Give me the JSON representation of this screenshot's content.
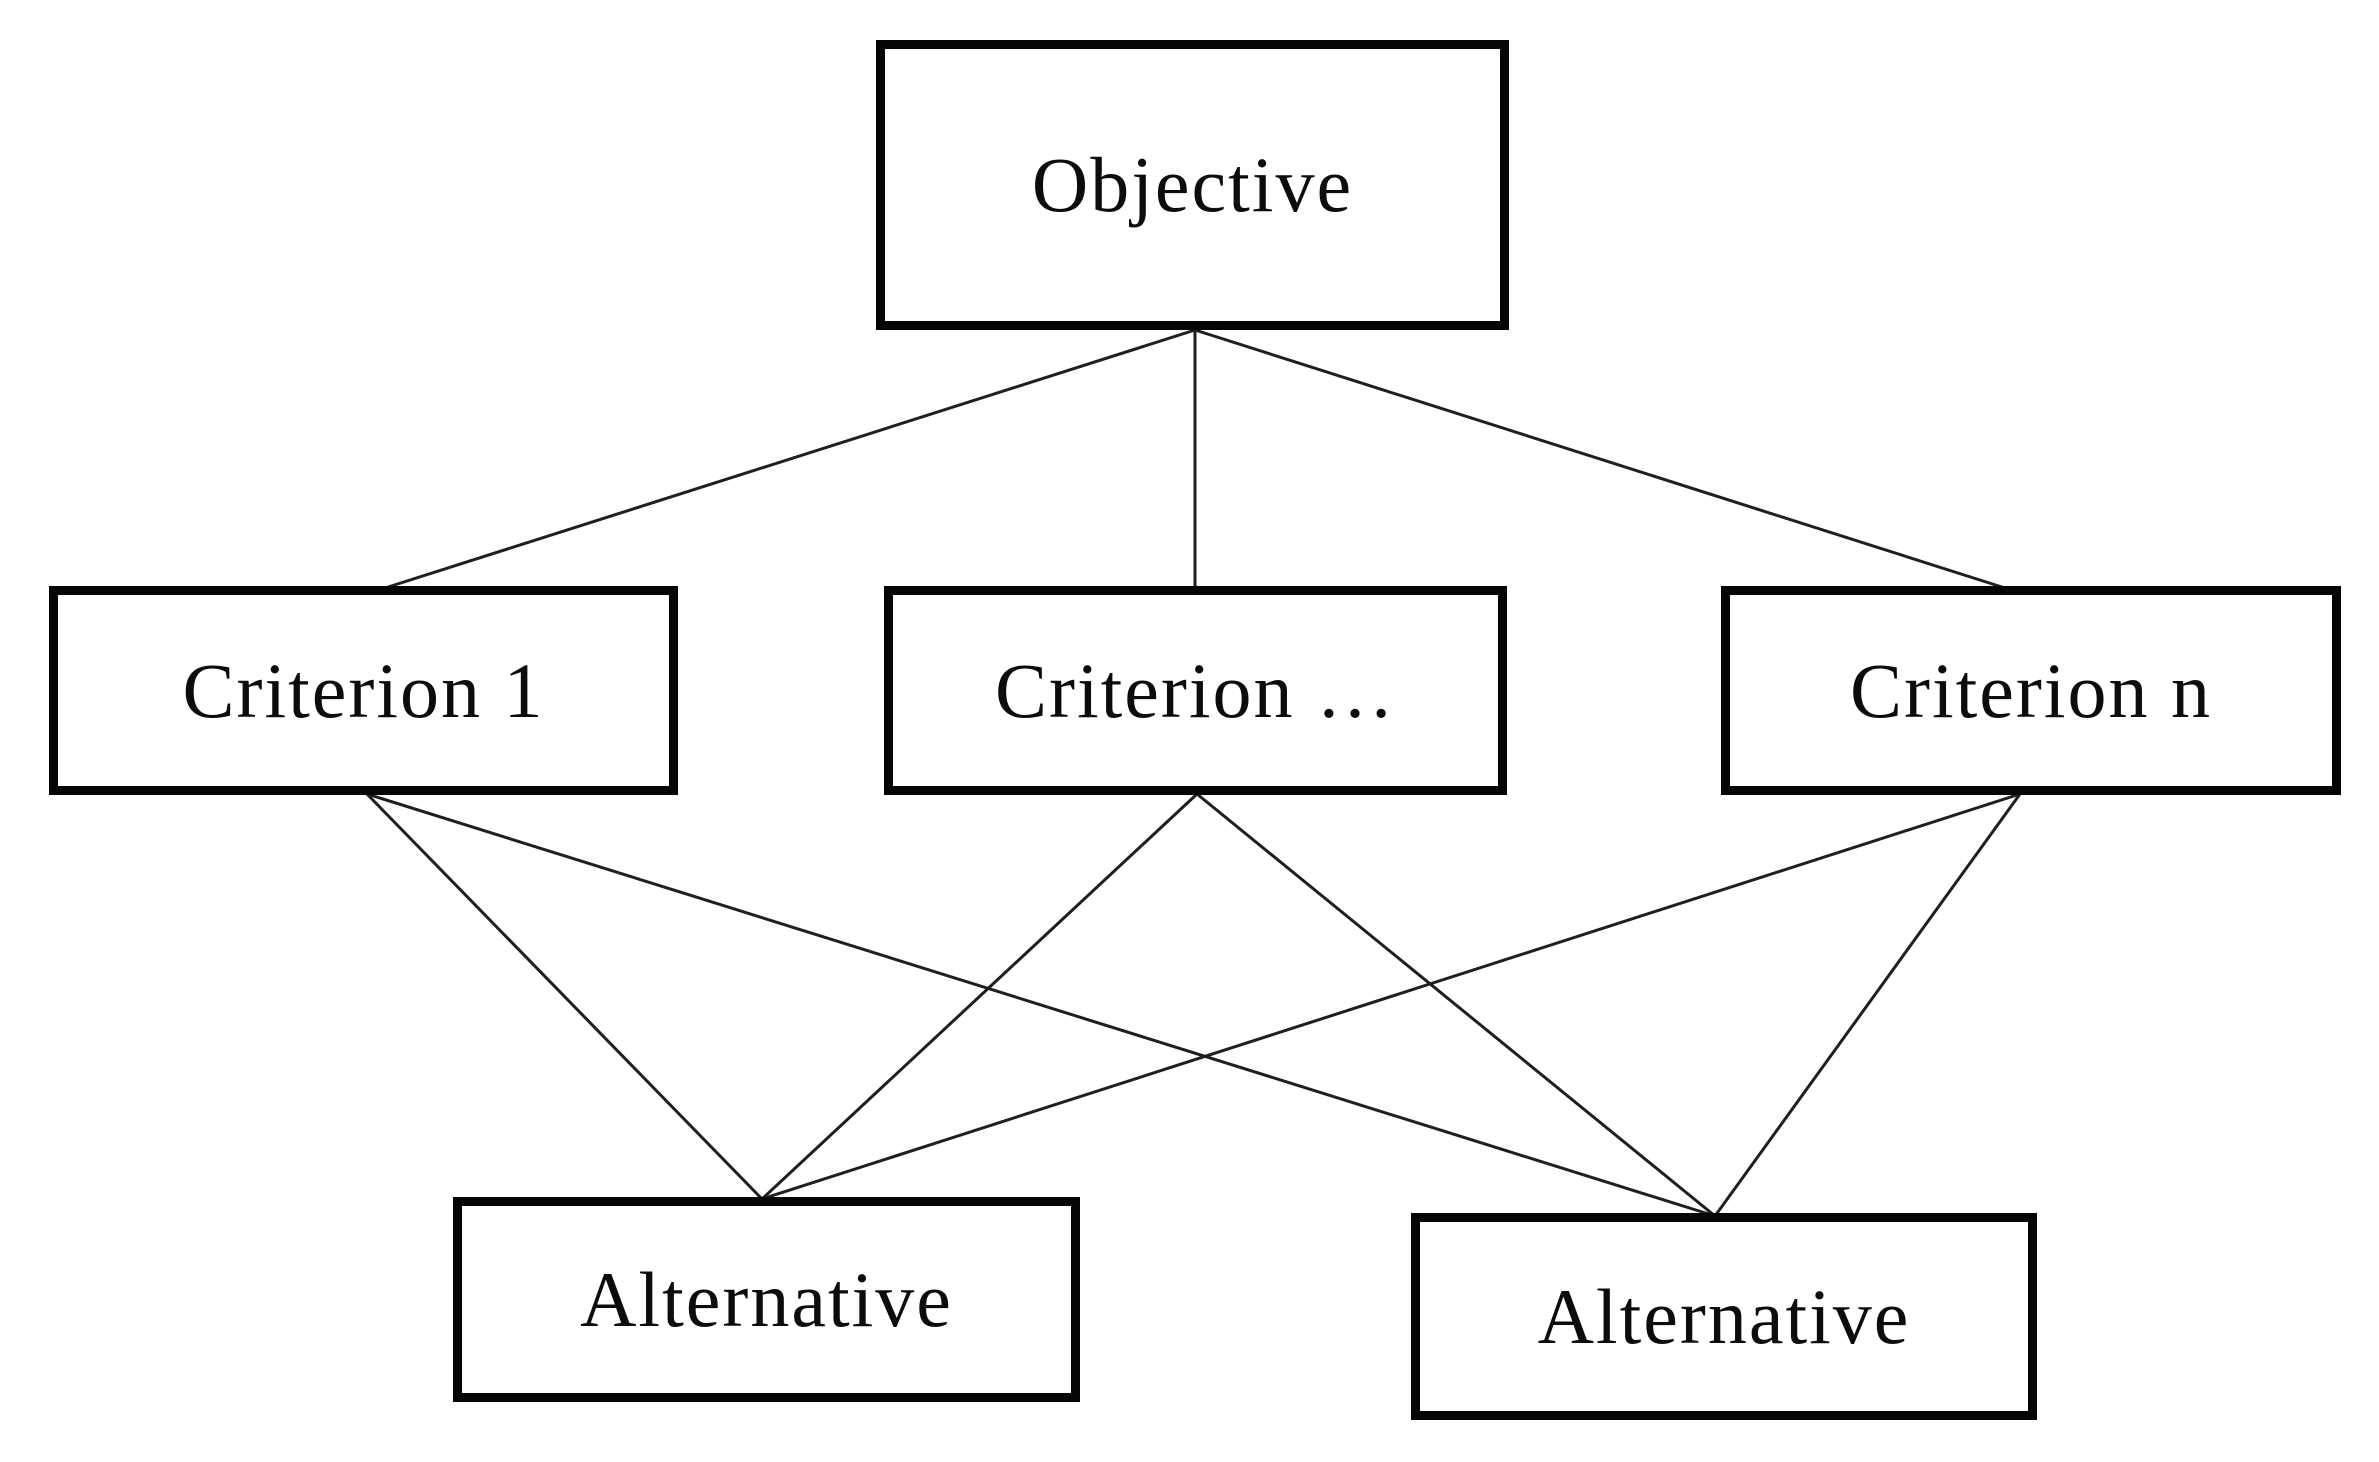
{
  "diagram": {
    "objective": {
      "label": "Objective"
    },
    "criteria": [
      {
        "label": "Criterion 1"
      },
      {
        "label": "Criterion …"
      },
      {
        "label": "Criterion n"
      }
    ],
    "alternatives": [
      {
        "label": "Alternative"
      },
      {
        "label": "Alternative"
      }
    ]
  }
}
